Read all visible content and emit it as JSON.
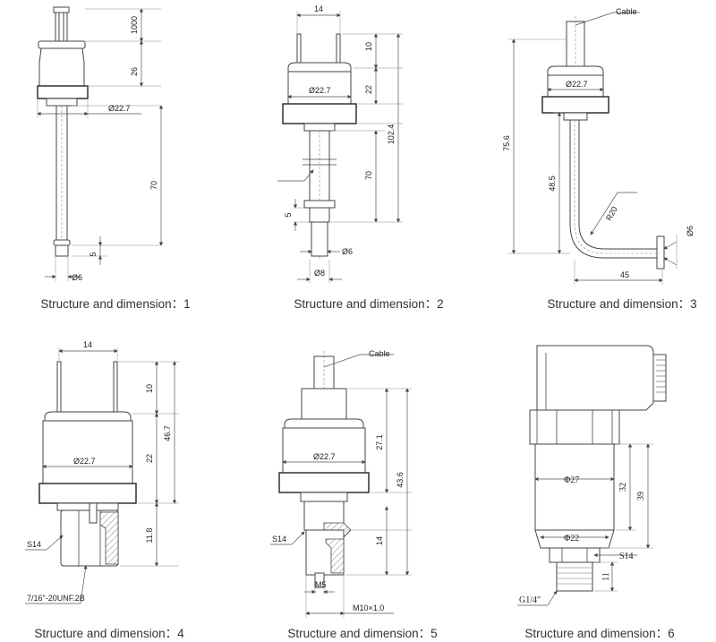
{
  "panels": [
    {
      "caption": "Structure and dimension：1",
      "dims": {
        "d1": "1000",
        "d2": "26",
        "d3": "Ø22.7",
        "d4": "70",
        "d5": "5",
        "d6": "Ø6"
      }
    },
    {
      "caption": "Structure and dimension：2",
      "dims": {
        "d1": "14",
        "d2": "10",
        "d3": "Ø22.7",
        "d4": "22",
        "d5": "102.4",
        "d6": "70",
        "d7": "5",
        "d8": "Ø6",
        "d9": "Ø8"
      }
    },
    {
      "caption": "Structure and dimension：3",
      "dims": {
        "cable": "Cable",
        "d1": "Ø22.7",
        "d2": "75.6",
        "d3": "48.5",
        "d4": "R20",
        "d5": "Ø6",
        "d6": "45"
      }
    },
    {
      "caption": "Structure and dimension：4",
      "dims": {
        "d1": "14",
        "d2": "10",
        "d3": "Ø22.7",
        "d4": "22",
        "d5": "46.7",
        "d6": "11.8",
        "d7": "S14",
        "d8": "7/16\"-20UNF.2B"
      }
    },
    {
      "caption": "Structure and dimension：5",
      "dims": {
        "cable": "Cable",
        "d1": "Ø22.7",
        "d2": "27.1",
        "d3": "43.6",
        "d4": "14",
        "d5": "S14",
        "d6": "M5",
        "d7": "M10×1.0"
      }
    },
    {
      "caption": "Structure and dimension：6",
      "dims": {
        "d1": "Φ27",
        "d2": "32",
        "d3": "39",
        "d4": "Φ22",
        "d5": "S14",
        "d6": "11",
        "d7": "G1/4″"
      }
    }
  ]
}
